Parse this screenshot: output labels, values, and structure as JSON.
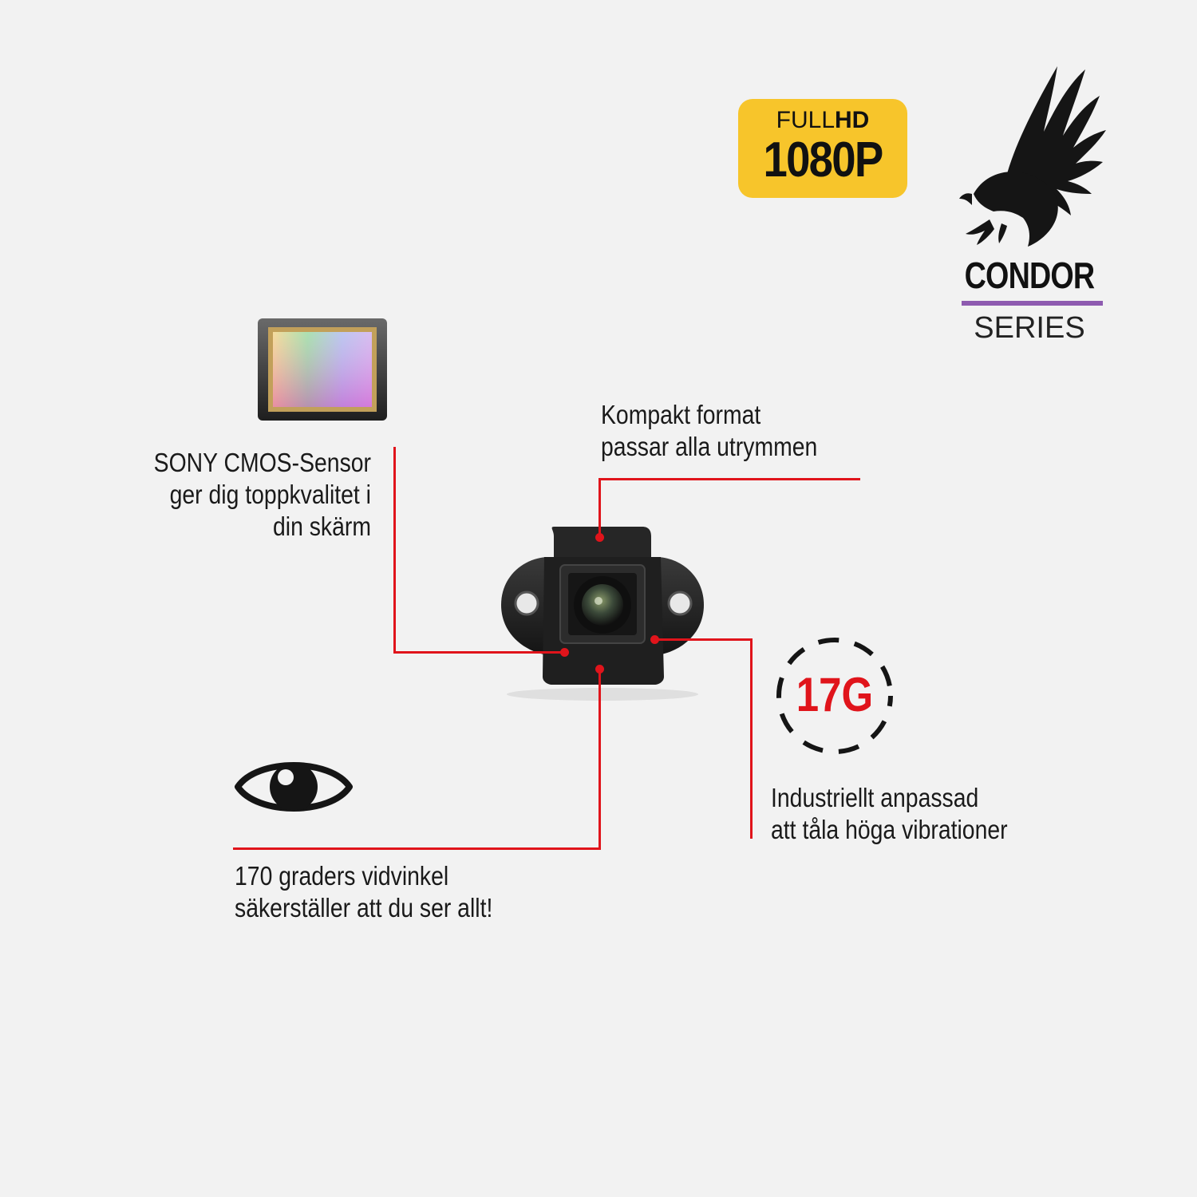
{
  "badge": {
    "full": "FULL",
    "hd": "HD",
    "resolution": "1080P",
    "color": "#f7c52b"
  },
  "brand": {
    "icon": "condor-eagle-icon",
    "title": "CONDOR",
    "subtitle": "SERIES",
    "accent": "#8e5bb0"
  },
  "features": {
    "sensor": {
      "icon": "cmos-sensor-icon",
      "lines": [
        "SONY CMOS-Sensor",
        "ger dig toppkvalitet i",
        "din skärm"
      ]
    },
    "compact": {
      "lines": [
        "Kompakt format",
        "passar alla utrymmen"
      ]
    },
    "vibration": {
      "icon": "vibration-rating-icon",
      "rating": "17G",
      "lines": [
        "Industriellt anpassad",
        "att tåla höga vibrationer"
      ]
    },
    "angle": {
      "icon": "eye-icon",
      "lines": [
        "170 graders vidvinkel",
        "säkerställer att du ser allt!"
      ]
    }
  },
  "product": {
    "icon": "camera-product-image"
  },
  "colors": {
    "leader": "#e0141b",
    "background": "#f2f2f2"
  }
}
